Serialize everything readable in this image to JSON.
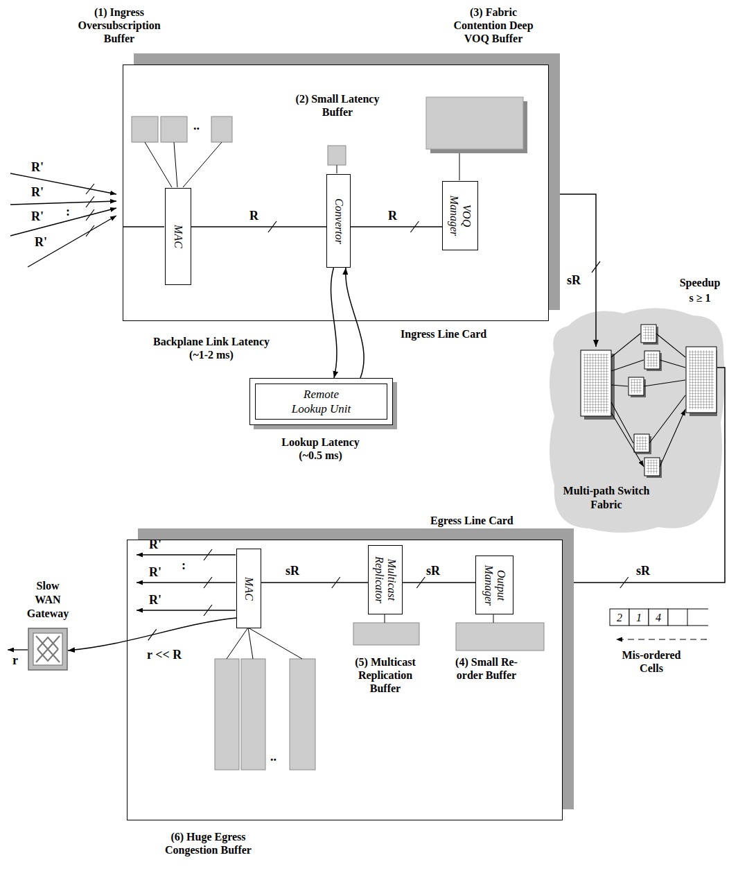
{
  "diagram": {
    "nodes": [
      {
        "text": [
          "Ingress Line Card"
        ]
      },
      {
        "text": [
          "MAC"
        ],
        "in": 0
      },
      {
        "text": [
          "Convertor"
        ],
        "in": 0
      },
      {
        "text": [
          "VOQ Manager"
        ],
        "in": 0
      },
      {
        "text": [
          "Remote Lookup Unit"
        ]
      },
      {
        "text": [
          "Multi-path Switch Fabric"
        ]
      },
      {
        "text": [
          "Egress Line Card"
        ]
      },
      {
        "text": [
          "MAC"
        ],
        "in": 6
      },
      {
        "text": [
          "Multicast Replicator"
        ],
        "in": 6
      },
      {
        "text": [
          "Output Manager"
        ],
        "in": 6
      },
      {
        "text": [
          "Slow WAN Gateway"
        ]
      }
    ],
    "edges": [
      {
        "from": 1,
        "to": 2,
        "label": "R",
        "arrow": "none"
      },
      {
        "from": 2,
        "to": 3,
        "label": "R",
        "arrow": "none"
      },
      {
        "from": 2,
        "to": 4,
        "arrow": "to"
      },
      {
        "from": 4,
        "to": 2,
        "arrow": "to"
      },
      {
        "from": 0,
        "to": 5,
        "label": "sR",
        "arrow": "to"
      },
      {
        "from": 5,
        "to": 6,
        "label": "sR",
        "arrow": "to"
      },
      {
        "from": 9,
        "to": 8,
        "label": "sR",
        "arrow": "none"
      },
      {
        "from": 8,
        "to": 7,
        "label": "sR",
        "arrow": "none"
      },
      {
        "from": 7,
        "to": 10,
        "label": "r << R",
        "arrow": "to"
      }
    ],
    "labels": [
      "(1) Ingress Oversubscription Buffer",
      "(2) Small Latency Buffer",
      "(3) Fabric Contention Deep VOQ Buffer",
      "..",
      "R'",
      "R'",
      ":",
      "R'",
      "R'",
      "Backplane Link Latency (~1-2 ms)",
      "Lookup Latency (~0.5 ms)",
      "Speedup",
      "s ≥ 1",
      "R'",
      "R'",
      ":",
      "R'",
      "r",
      "2",
      "1",
      "4",
      "Mis-ordered Cells",
      "(5) Multicast Replication Buffer",
      "(4) Small Re-order Buffer",
      "..",
      "(6) Huge Egress Congestion Buffer"
    ]
  }
}
